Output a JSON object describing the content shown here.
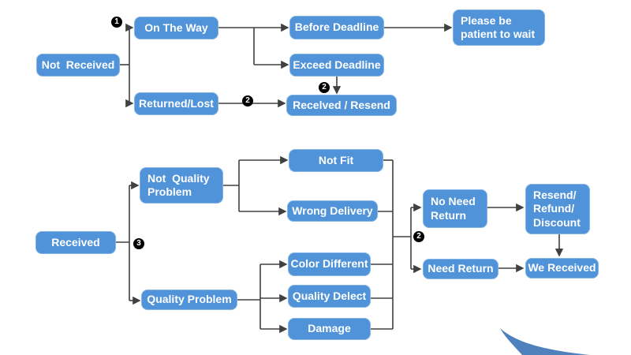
{
  "diagram": {
    "title": "order-status-customer-service-flowchart",
    "colors": {
      "node_fill": "#5093d8",
      "node_border": "#85b5e5",
      "node_text": "#ffffff",
      "connector": "#404040",
      "badge_bg": "#000000",
      "badge_text": "#ffffff",
      "swoosh": "#4f81bd",
      "background": "#ffffff"
    },
    "nodes": {
      "not_received": {
        "label": "Not  Received"
      },
      "on_the_way": {
        "label": "On The Way"
      },
      "returned_lost": {
        "label": "Returned/Lost"
      },
      "before_deadline": {
        "label": "Before Deadline"
      },
      "exceed_deadline": {
        "label": "Exceed Deadline"
      },
      "please_wait": {
        "label": "Please be\npatient to wait"
      },
      "received_resend": {
        "label": "Recelved / Resend"
      },
      "received": {
        "label": "Received"
      },
      "not_quality_problem": {
        "label": "Not  Quality\nProblem"
      },
      "quality_problem": {
        "label": "Quality Problem"
      },
      "not_fit": {
        "label": "Not Fit"
      },
      "wrong_delivery": {
        "label": "Wrong Delivery"
      },
      "color_different": {
        "label": "Color Different"
      },
      "quality_delect": {
        "label": "Quality Delect"
      },
      "damage": {
        "label": "Damage"
      },
      "no_need_return": {
        "label": "No Need\nReturn"
      },
      "need_return": {
        "label": "Need Return"
      },
      "resend_refund_discount": {
        "label": "Resend/\nRefund/\nDiscount"
      },
      "we_received": {
        "label": "We Received"
      }
    },
    "badges": {
      "b1": {
        "text": "1"
      },
      "b2_top": {
        "text": "2"
      },
      "b2_mid": {
        "text": "2"
      },
      "b3": {
        "text": "3"
      },
      "b2_right": {
        "text": "2"
      }
    },
    "edges": [
      {
        "from": "not_received",
        "to": "on_the_way",
        "badge": "1"
      },
      {
        "from": "not_received",
        "to": "returned_lost"
      },
      {
        "from": "on_the_way",
        "to": "before_deadline"
      },
      {
        "from": "on_the_way",
        "to": "exceed_deadline"
      },
      {
        "from": "before_deadline",
        "to": "please_wait"
      },
      {
        "from": "exceed_deadline",
        "to": "received_resend",
        "badge": "2"
      },
      {
        "from": "returned_lost",
        "to": "received_resend",
        "badge": "2"
      },
      {
        "from": "received",
        "to": "not_quality_problem",
        "badge": "3"
      },
      {
        "from": "received",
        "to": "quality_problem",
        "badge": "3"
      },
      {
        "from": "not_quality_problem",
        "to": "not_fit"
      },
      {
        "from": "not_quality_problem",
        "to": "wrong_delivery"
      },
      {
        "from": "quality_problem",
        "to": "color_different"
      },
      {
        "from": "quality_problem",
        "to": "quality_delect"
      },
      {
        "from": "quality_problem",
        "to": "damage"
      },
      {
        "from": "not_fit,wrong_delivery,color_different,quality_delect,damage",
        "to": "no_need_return",
        "badge": "2"
      },
      {
        "from": "not_fit,wrong_delivery,color_different,quality_delect,damage",
        "to": "need_return",
        "badge": "2"
      },
      {
        "from": "no_need_return",
        "to": "resend_refund_discount"
      },
      {
        "from": "need_return",
        "to": "we_received"
      },
      {
        "from": "resend_refund_discount",
        "to": "we_received"
      }
    ]
  }
}
